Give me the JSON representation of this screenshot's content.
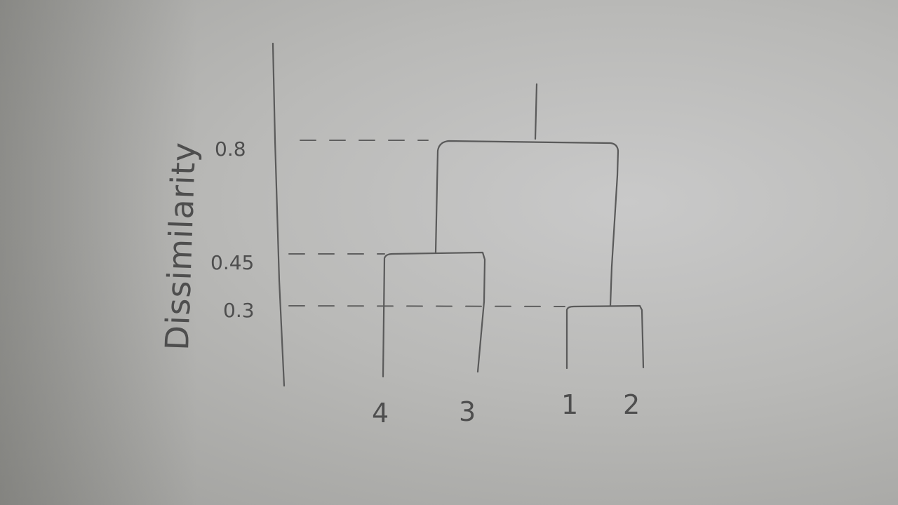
{
  "diagram": {
    "type": "dendrogram",
    "y_axis_label": "Dissimilarity",
    "tick_labels": [
      "0.8",
      "0.45",
      "0.3"
    ],
    "leaf_labels": [
      "4",
      "3",
      "1",
      "2"
    ],
    "merges": [
      {
        "left": "1",
        "right": "2",
        "height": 0.3
      },
      {
        "left": "4",
        "right": "3",
        "height": 0.45
      },
      {
        "left": "4,3",
        "right": "1,2",
        "height": 0.8
      }
    ],
    "colors": {
      "ink": "#5a5a5a",
      "paper": "#bdbdbb"
    }
  }
}
